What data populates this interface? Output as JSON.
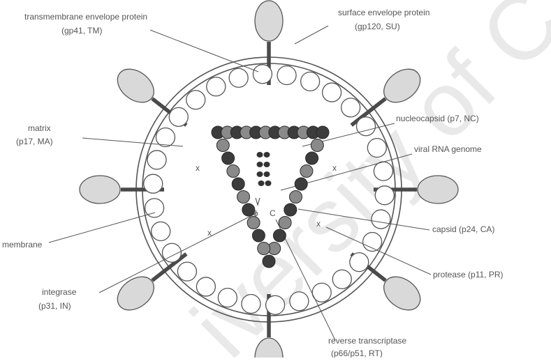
{
  "watermark": {
    "text": "iversity of Cape",
    "color": "#e9e9e9"
  },
  "colors": {
    "line": "#555555",
    "spike": "#4a4a4a",
    "bead_dark": "#3c3c3c",
    "bead_light": "#8a8a8a",
    "knob_fill": "#d9d9d9",
    "text": "#555555"
  },
  "labels": {
    "tm": [
      "transmembrane envelope protein",
      "(gp41, TM)"
    ],
    "su": [
      "surface envelope protein",
      "(gp120, SU)"
    ],
    "ma": [
      "matrix",
      "(p17, MA)"
    ],
    "nc": "nucleocapsid (p7, NC)",
    "rna": "viral RNA genome",
    "membrane": "membrane",
    "ca": "capsid (p24, CA)",
    "pr": "protease (p11, PR)",
    "in": [
      "integrase",
      "(p31, IN)"
    ],
    "rt": [
      "reverse transcriptase",
      "(p66/p51, RT)"
    ]
  },
  "glyphs": {
    "x_mark": "x",
    "integrase_mark": "ɸ",
    "rt_mark": "C"
  }
}
